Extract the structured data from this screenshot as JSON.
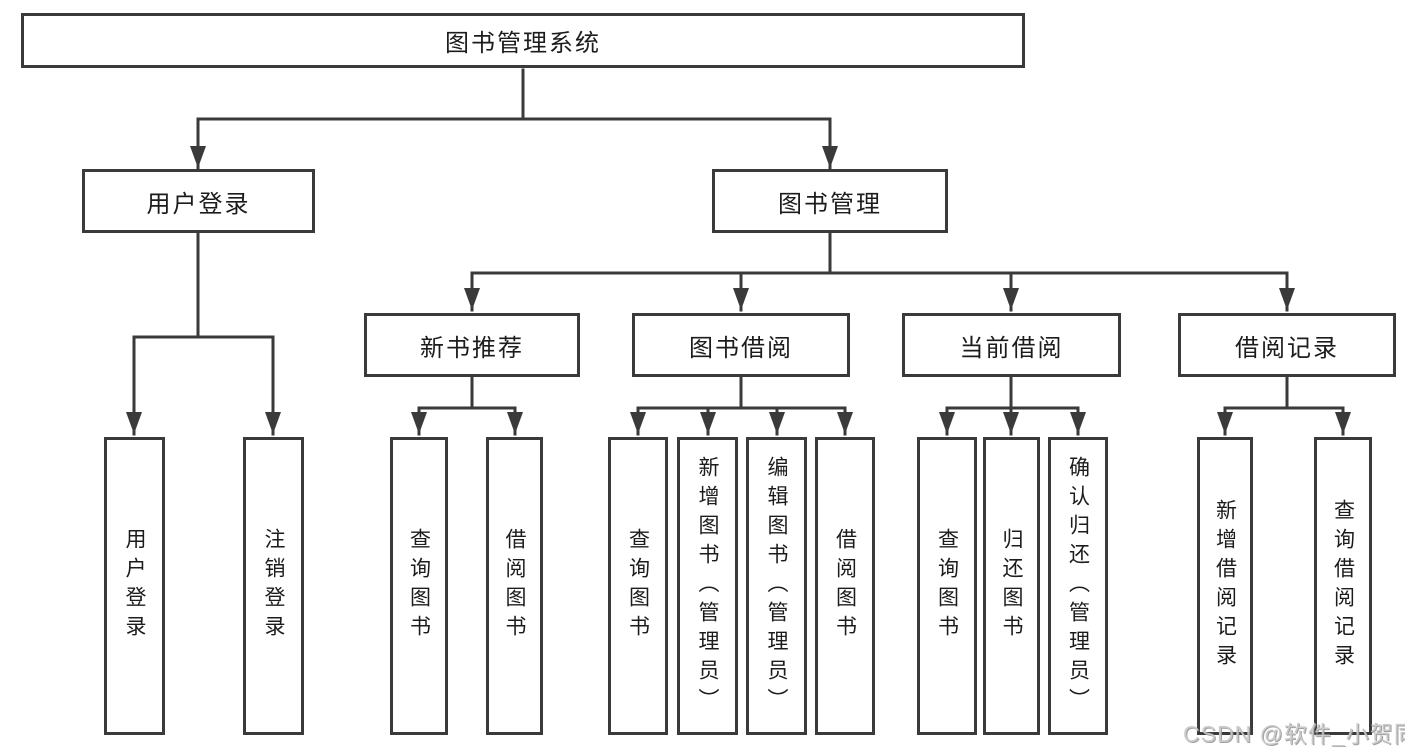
{
  "tree": {
    "root": {
      "label": "图书管理系统"
    },
    "branches": [
      {
        "label": "用户登录",
        "children": [
          {
            "label": "用户登录"
          },
          {
            "label": "注销登录"
          }
        ]
      },
      {
        "label": "图书管理",
        "children": [
          {
            "label": "新书推荐",
            "children": [
              {
                "label": "查询图书"
              },
              {
                "label": "借阅图书"
              }
            ]
          },
          {
            "label": "图书借阅",
            "children": [
              {
                "label": "查询图书"
              },
              {
                "label": "新增图书（管理员）"
              },
              {
                "label": "编辑图书（管理员）"
              },
              {
                "label": "借阅图书"
              }
            ]
          },
          {
            "label": "当前借阅",
            "children": [
              {
                "label": "查询图书"
              },
              {
                "label": "归还图书"
              },
              {
                "label": "确认归还（管理员）"
              }
            ]
          },
          {
            "label": "借阅记录",
            "children": [
              {
                "label": "新增借阅记录"
              },
              {
                "label": "查询借阅记录"
              }
            ]
          }
        ]
      }
    ]
  },
  "watermark": {
    "text": "CSDN @软件_小贺同学"
  },
  "colors": {
    "line": "#3a3a3a",
    "text": "#1c1c1c",
    "background": "#ffffff",
    "watermark": "#c6c6c6"
  }
}
